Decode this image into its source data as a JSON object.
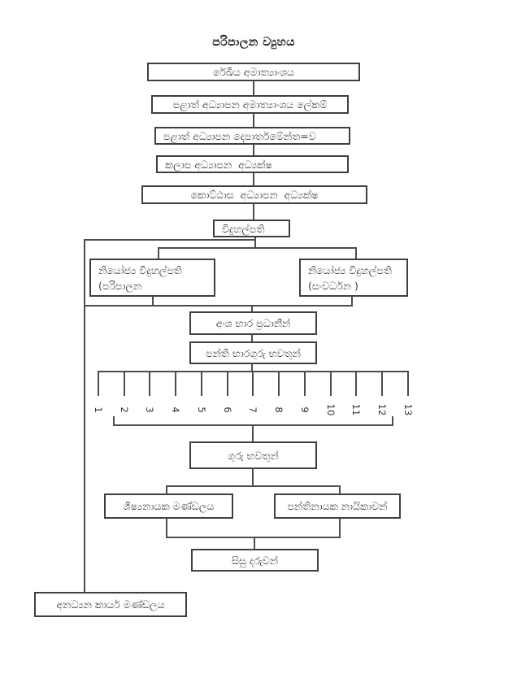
{
  "title": "පරිපාලන ව්‍යුහය",
  "nodes": {
    "line_ministry": "රේඛීය අමාත්‍යාංශය",
    "provincial_ministry_secretary": "පළාත් අධ්‍යාපන අමාත්‍යාංශය ලේකම්",
    "provincial_education_department": "පළාත් අධ්‍යාපන දෙපාර්තමේන්ත=ව",
    "zonal_education_director": "කලාප අධ්‍යාපන  අධ්‍යක්ෂ",
    "divisional_education_director": "කොට්ඨාස  අධ්‍යාපන  අධ්‍යක්ෂ",
    "principal": "විදුහල්පති",
    "deputy_principal_admin_line1": "නියෝජ්‍ය විදුහල්පති",
    "deputy_principal_admin_line2": "(පරිපාලන",
    "deputy_principal_dev_line1": "නියෝජ්‍ය විදුහල්පති",
    "deputy_principal_dev_line2": "(සංවර්ධන )",
    "section_heads": "අංශ භාර ප්‍රධානීන්",
    "class_in_charge_teachers": "පන්ති භාරගුරු භවතුන්",
    "teachers": "ගුරු භවතුන්",
    "prefects_board": "ශිෂ්‍යනායක මණ්ඩලය",
    "class_monitors": "පන්තිනායක නායිකාවන්",
    "students": "සිසු දරුවන්",
    "non_academic_staff": "අනධ්‍යන කාර්ය මණ්ඩලය"
  },
  "grade_numbers": [
    "1",
    "2",
    "3",
    "4",
    "5",
    "6",
    "7",
    "8",
    "9",
    "10",
    "11",
    "12",
    "13"
  ],
  "colors": {
    "background": "#ffffff",
    "line": "#4c4c4c",
    "box_border": "#3f3f3f",
    "text": "#3a3a3a"
  }
}
